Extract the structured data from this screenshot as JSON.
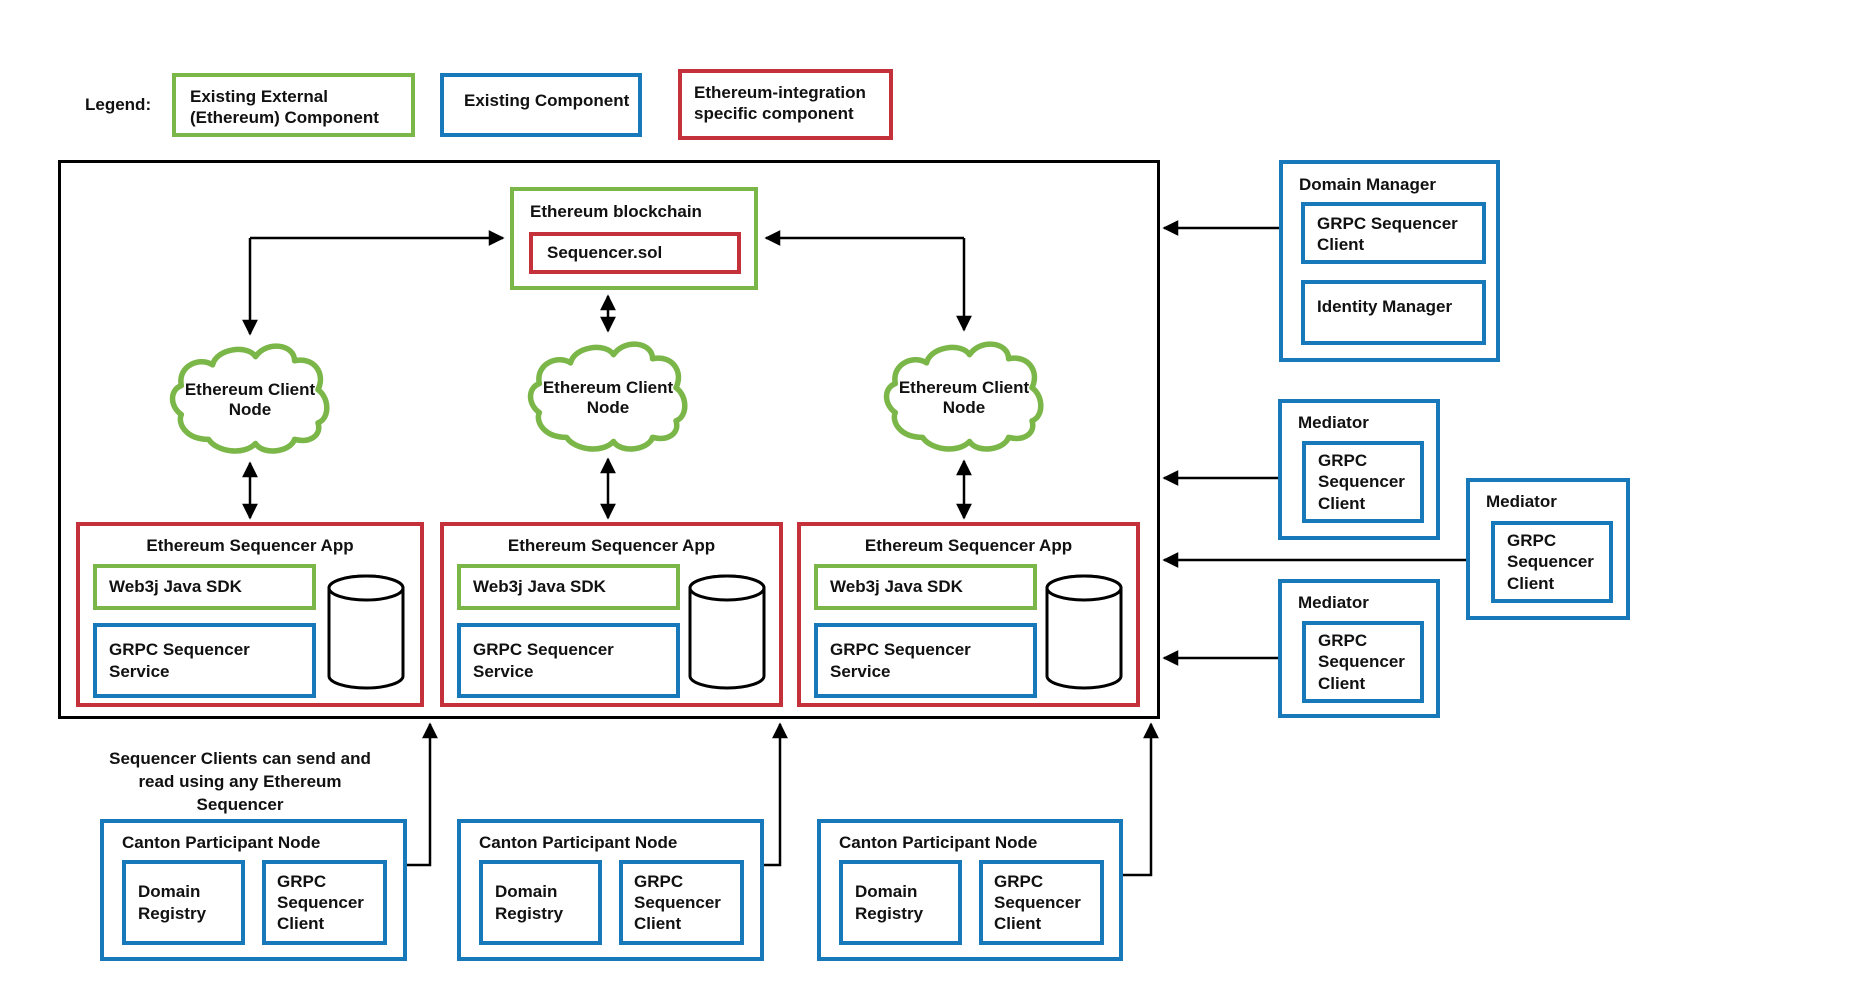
{
  "colors": {
    "green": "#7ab648",
    "blue": "#1779ba",
    "red": "#c4313b",
    "line": "#000000"
  },
  "legend": {
    "label": "Legend:",
    "items": [
      {
        "label": "Existing External (Ethereum) Component",
        "color": "green"
      },
      {
        "label": "Existing Component",
        "color": "blue"
      },
      {
        "label": "Ethereum-integration specific component",
        "color": "red"
      }
    ]
  },
  "blockchain": {
    "title": "Ethereum blockchain",
    "contract": "Sequencer.sol"
  },
  "client_nodes": [
    {
      "label": "Ethereum Client Node"
    },
    {
      "label": "Ethereum Client Node"
    },
    {
      "label": "Ethereum Client Node"
    }
  ],
  "sequencer_apps": [
    {
      "title": "Ethereum Sequencer App",
      "sdk": "Web3j Java SDK",
      "service": "GRPC Sequencer Service",
      "database_icon": "database-cylinder"
    },
    {
      "title": "Ethereum Sequencer App",
      "sdk": "Web3j Java SDK",
      "service": "GRPC Sequencer Service",
      "database_icon": "database-cylinder"
    },
    {
      "title": "Ethereum Sequencer App",
      "sdk": "Web3j Java SDK",
      "service": "GRPC Sequencer Service",
      "database_icon": "database-cylinder"
    }
  ],
  "note": "Sequencer Clients can send and read using any Ethereum Sequencer",
  "participant_nodes": [
    {
      "title": "Canton Participant Node",
      "registry": "Domain Registry",
      "client": "GRPC Sequencer Client"
    },
    {
      "title": "Canton Participant Node",
      "registry": "Domain Registry",
      "client": "GRPC Sequencer Client"
    },
    {
      "title": "Canton Participant Node",
      "registry": "Domain Registry",
      "client": "GRPC Sequencer Client"
    }
  ],
  "domain_manager": {
    "title": "Domain Manager",
    "client": "GRPC Sequencer Client",
    "identity": "Identity Manager"
  },
  "mediators": [
    {
      "title": "Mediator",
      "client": "GRPC Sequencer Client"
    },
    {
      "title": "Mediator",
      "client": "GRPC Sequencer Client"
    },
    {
      "title": "Mediator",
      "client": "GRPC Sequencer Client"
    }
  ]
}
